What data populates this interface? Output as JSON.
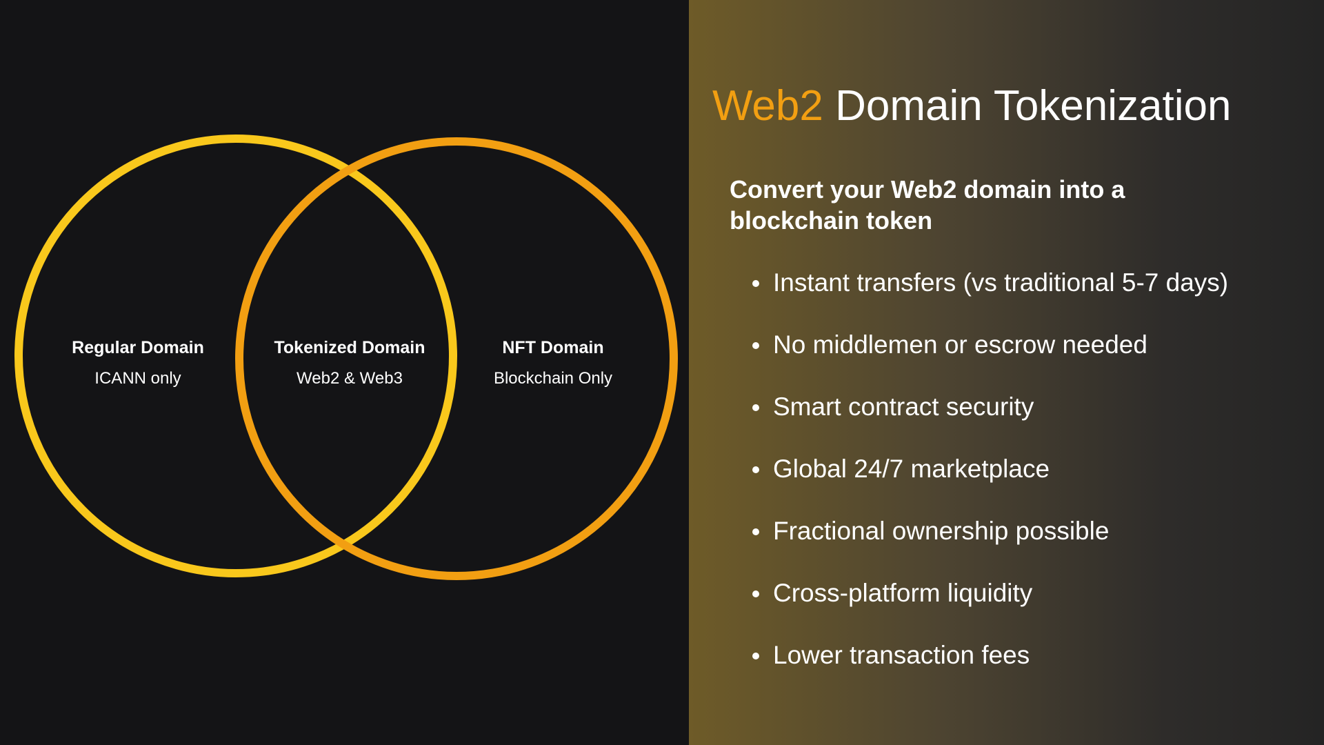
{
  "venn": {
    "colors": {
      "left_circle": "#f9c81c",
      "right_circle": "#f29f12"
    },
    "regions": [
      {
        "title": "Regular Domain",
        "subtitle": "ICANN only"
      },
      {
        "title": "Tokenized Domain",
        "subtitle": "Web2 & Web3"
      },
      {
        "title": "NFT Domain",
        "subtitle": "Blockchain Only"
      }
    ]
  },
  "panel": {
    "title_accent": "Web2",
    "title_rest": " Domain Tokenization",
    "accent_color": "#f29f12",
    "subtitle": "Convert your Web2 domain into a blockchain token",
    "bullets": [
      "Instant transfers (vs traditional 5-7 days)",
      "No middlemen or escrow needed",
      "Smart contract security",
      "Global 24/7 marketplace",
      "Fractional ownership possible",
      "Cross-platform liquidity",
      "Lower transaction fees"
    ]
  }
}
